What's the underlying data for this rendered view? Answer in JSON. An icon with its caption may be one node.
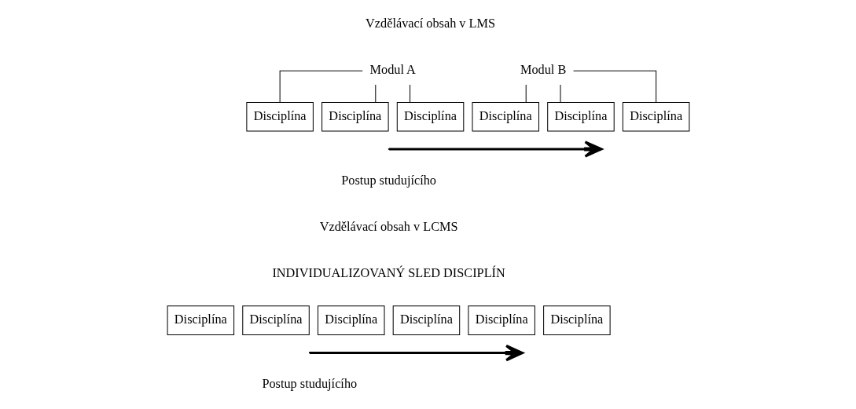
{
  "diagram": {
    "nodes": [
      {
        "text": [
          "Modul A"
        ]
      },
      {
        "text": [
          "Disciplína"
        ]
      },
      {
        "text": [
          "Disciplína"
        ]
      },
      {
        "text": [
          "Disciplína"
        ]
      },
      {
        "text": [
          "Modul B"
        ]
      },
      {
        "text": [
          "Disciplína"
        ]
      },
      {
        "text": [
          "Disciplína"
        ]
      },
      {
        "text": [
          "Disciplína"
        ]
      },
      {
        "text": [
          "Disciplína"
        ]
      },
      {
        "text": [
          "Disciplína"
        ]
      },
      {
        "text": [
          "Disciplína"
        ]
      },
      {
        "text": [
          "Disciplína"
        ]
      },
      {
        "text": [
          "Disciplína"
        ]
      },
      {
        "text": [
          "Disciplína"
        ]
      }
    ],
    "edges": [
      {
        "from": 0,
        "to": 1,
        "arrow": "none"
      },
      {
        "from": 0,
        "to": 2,
        "arrow": "none"
      },
      {
        "from": 0,
        "to": 3,
        "arrow": "none"
      },
      {
        "from": 4,
        "to": 5,
        "arrow": "none"
      },
      {
        "from": 4,
        "to": 6,
        "arrow": "none"
      },
      {
        "from": 4,
        "to": 7,
        "arrow": "none"
      }
    ],
    "labels": [
      "Vzdělávací obsah v LMS",
      "Postup studujícího",
      "Vzdělávací obsah v LCMS",
      "INDIVIDUALIZOVANÝ SLED DISCIPLÍN",
      "Postup studujícího"
    ]
  }
}
